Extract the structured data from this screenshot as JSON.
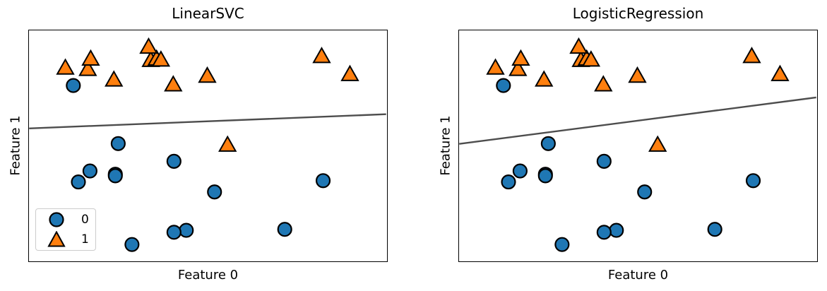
{
  "figure": {
    "subplots": [
      {
        "id": "linearsvc",
        "title": "LinearSVC",
        "xlabel": "Feature 0",
        "ylabel": "Feature 1"
      },
      {
        "id": "logisticregression",
        "title": "LogisticRegression",
        "xlabel": "Feature 0",
        "ylabel": "Feature 1"
      }
    ],
    "legend": {
      "items": [
        {
          "label": "0",
          "marker": "circle"
        },
        {
          "label": "1",
          "marker": "triangle"
        }
      ]
    }
  },
  "chart_data": {
    "type": "scatter",
    "titles": [
      "LinearSVC",
      "LogisticRegression"
    ],
    "xlabel": "Feature 0",
    "ylabel": "Feature 1",
    "xlim": [
      7.5,
      12.43
    ],
    "ylim": [
      -1.14,
      6.0
    ],
    "grid": false,
    "legend_position": "lower left of first subplot",
    "classes": [
      {
        "name": "0",
        "marker": "circle",
        "color": "#1f77b4"
      },
      {
        "name": "1",
        "marker": "triangle",
        "color": "#ff7f0e"
      }
    ],
    "marker_edge_color": "#000000",
    "boundary_line_color": "#4d4d4d",
    "points": [
      {
        "x": 9.96,
        "y": 4.6,
        "class": 1
      },
      {
        "x": 11.03,
        "y": -0.17,
        "class": 0
      },
      {
        "x": 11.54,
        "y": 5.21,
        "class": 1
      },
      {
        "x": 8.69,
        "y": 1.54,
        "class": 0
      },
      {
        "x": 8.11,
        "y": 4.29,
        "class": 0
      },
      {
        "x": 8.31,
        "y": 4.81,
        "class": 1
      },
      {
        "x": 11.93,
        "y": 4.65,
        "class": 1
      },
      {
        "x": 9.67,
        "y": -0.2,
        "class": 0
      },
      {
        "x": 8.35,
        "y": 5.13,
        "class": 1
      },
      {
        "x": 8.67,
        "y": 4.48,
        "class": 1
      },
      {
        "x": 9.18,
        "y": 5.09,
        "class": 1
      },
      {
        "x": 10.24,
        "y": 2.46,
        "class": 1
      },
      {
        "x": 8.69,
        "y": 1.49,
        "class": 0
      },
      {
        "x": 8.92,
        "y": -0.64,
        "class": 0
      },
      {
        "x": 9.49,
        "y": 4.33,
        "class": 1
      },
      {
        "x": 9.26,
        "y": 5.13,
        "class": 1
      },
      {
        "x": 8.0,
        "y": 4.85,
        "class": 1
      },
      {
        "x": 8.18,
        "y": 1.3,
        "class": 0
      },
      {
        "x": 8.73,
        "y": 2.49,
        "class": 0
      },
      {
        "x": 9.32,
        "y": 5.1,
        "class": 1
      },
      {
        "x": 10.06,
        "y": 0.99,
        "class": 0
      },
      {
        "x": 9.5,
        "y": -0.26,
        "class": 0
      },
      {
        "x": 8.34,
        "y": 1.64,
        "class": 0
      },
      {
        "x": 9.5,
        "y": 1.94,
        "class": 0
      },
      {
        "x": 9.15,
        "y": 5.5,
        "class": 1
      },
      {
        "x": 11.56,
        "y": 1.34,
        "class": 0
      }
    ],
    "boundaries": [
      {
        "subplot": "LinearSVC",
        "x": [
          7.5,
          12.43
        ],
        "y": [
          2.96,
          3.4
        ]
      },
      {
        "subplot": "LogisticRegression",
        "x": [
          7.5,
          12.43
        ],
        "y": [
          2.48,
          3.92
        ]
      }
    ]
  }
}
